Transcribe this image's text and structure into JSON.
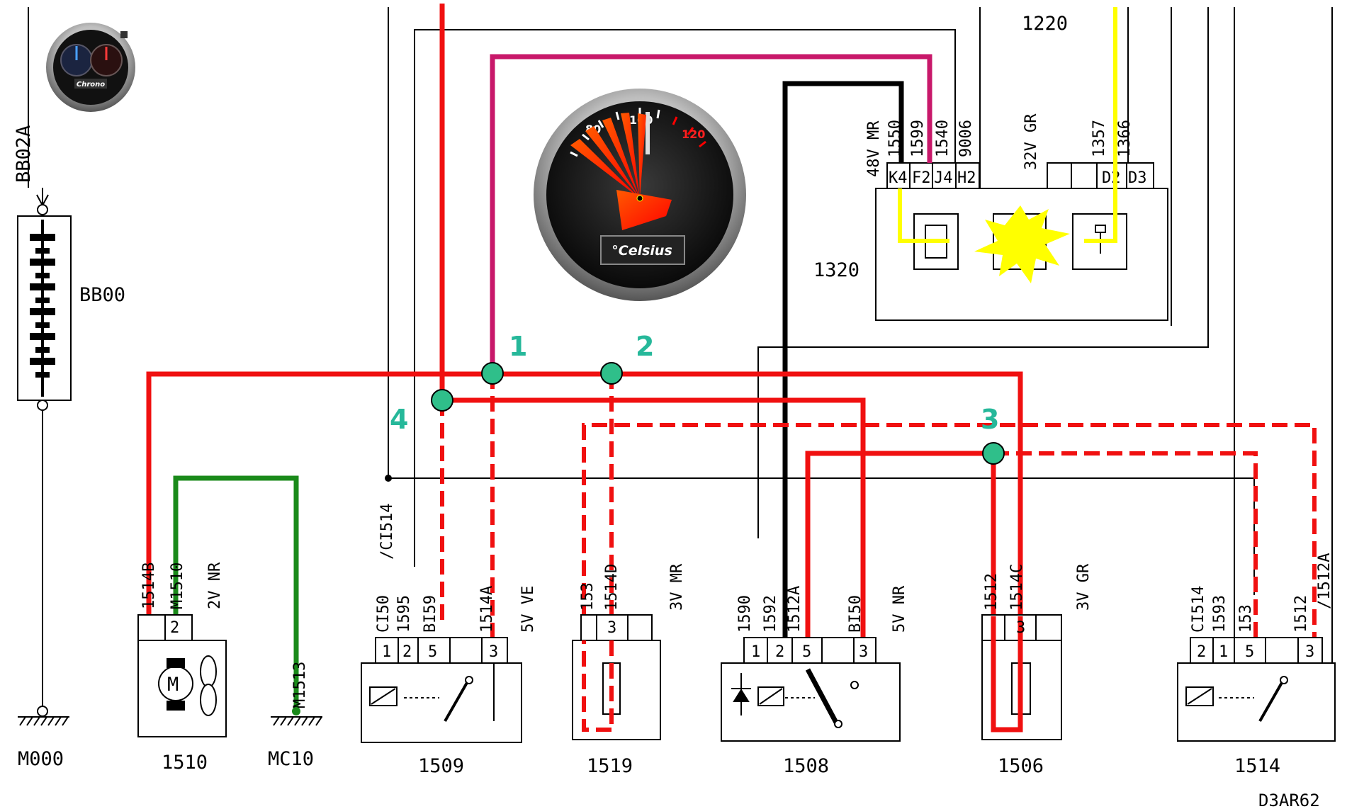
{
  "diagram": {
    "code": "D3AR62",
    "power": {
      "fuse_label": "BB02A",
      "battery_label": "BB00",
      "ground_label": "M000"
    },
    "ecu": {
      "top_label": "1220",
      "ref": "1320",
      "left_conn": "48V MR",
      "right_conn": "32V GR",
      "wires": [
        "1550",
        "1599",
        "1540",
        "9006",
        "1357",
        "1366"
      ],
      "pins": [
        "K4",
        "F2",
        "J4",
        "H2",
        "D2",
        "D3"
      ]
    },
    "motor": {
      "ref": "1510",
      "conn": "2V NR",
      "wires": [
        "1514B",
        "M1510"
      ],
      "pin": "2",
      "symbol": "M",
      "ground_wire": "M1513",
      "ground_label": "MC10"
    },
    "relay1509": {
      "ref": "1509",
      "conn": "5V VE",
      "wires": [
        "CI50",
        "1595",
        "BI59",
        "1514A"
      ],
      "pins": [
        "1",
        "2",
        "5",
        "3"
      ]
    },
    "res1519": {
      "ref": "1519",
      "conn": "3V MR",
      "wires": [
        "153",
        "1514D"
      ],
      "pin": "3"
    },
    "relay1508": {
      "ref": "1508",
      "conn": "5V NR",
      "wires": [
        "1590",
        "1592",
        "1512A",
        "BI50"
      ],
      "pins": [
        "1",
        "2",
        "5",
        "3"
      ]
    },
    "res1506": {
      "ref": "1506",
      "conn": "3V GR",
      "wires": [
        "1512",
        "1514C"
      ],
      "pin": "3"
    },
    "relay1514": {
      "ref": "1514",
      "wires": [
        "CI514",
        "1593",
        "153",
        "1512",
        "/1512A"
      ],
      "pins": [
        "2",
        "1",
        "5",
        "3"
      ]
    },
    "splice_wire": "/CI514",
    "callouts": [
      "1",
      "2",
      "3",
      "4"
    ],
    "gauge": {
      "unit": "°Celsius",
      "ticks": [
        "80",
        "100",
        "120"
      ]
    },
    "chrono": {
      "label": "Chrono"
    }
  },
  "colors": {
    "red": "#f01010",
    "magenta": "#c8186a",
    "yellow": "#ffff00",
    "green": "#1a8a1a",
    "black": "#000000",
    "teal": "#26b89a"
  }
}
